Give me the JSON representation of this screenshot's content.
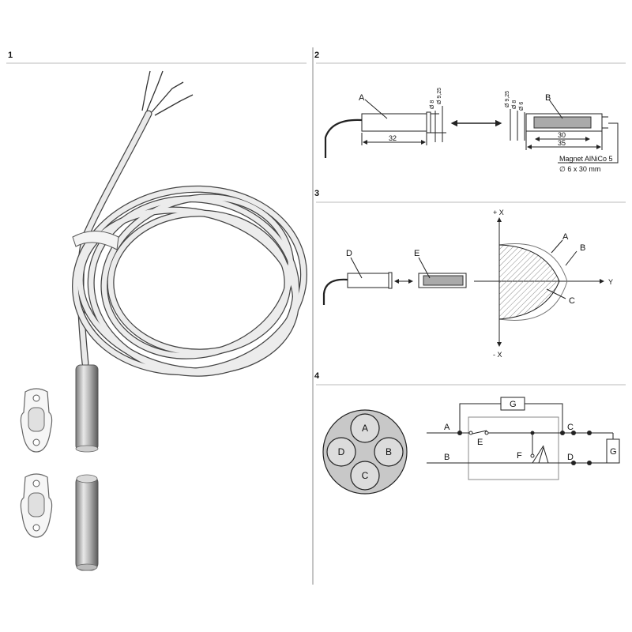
{
  "panels": {
    "p1": {
      "number": "1"
    },
    "p2": {
      "number": "2",
      "label_a": "A",
      "label_b": "B",
      "dim_32": "32",
      "dim_d8_left": "Ø 8",
      "dim_d925_left": "Ø 9,25",
      "dim_d925_right": "Ø 9,25",
      "dim_d8_right": "Ø 8",
      "dim_d6_right": "Ø 6",
      "dim_30": "30",
      "dim_35": "35",
      "magnet_line1": "Magnet AlNiCo 5",
      "magnet_line2": "∅ 6 x 30 mm"
    },
    "p3": {
      "number": "3",
      "label_d": "D",
      "label_e": "E",
      "axis_plus_x": "+ X",
      "axis_minus_x": "- X",
      "axis_y": "Y",
      "curve_a": "A",
      "curve_b": "B",
      "curve_c": "C"
    },
    "p4": {
      "number": "4",
      "pin_a": "A",
      "pin_b": "B",
      "pin_c": "C",
      "pin_d": "D",
      "wire_a": "A",
      "wire_b": "B",
      "wire_c": "C",
      "wire_d": "D",
      "label_e": "E",
      "label_f": "F",
      "label_g_top": "G",
      "label_g_right": "G"
    }
  },
  "colors": {
    "line": "#222222",
    "divider": "#bbbbbb",
    "cable": "#e6e6e6",
    "magnet": "#aaaaaa",
    "pin_fill": "#d4d4d4",
    "connector_fill": "#c8c8c8",
    "hatch": "#888888"
  }
}
